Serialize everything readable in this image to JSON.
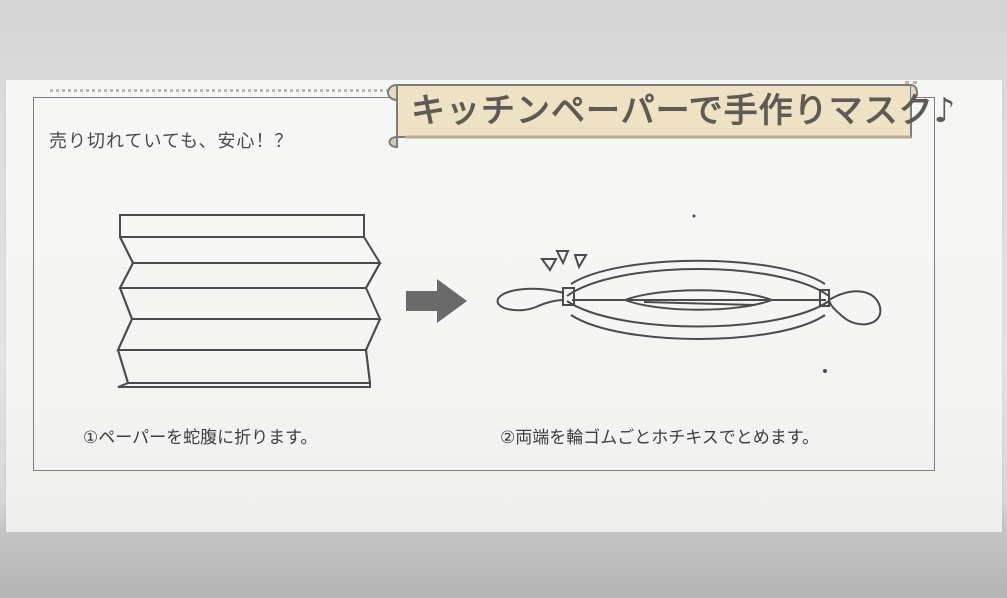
{
  "document": {
    "title": "キッチンペーパーで手作りマスク♪",
    "intro": "売り切れていても、安心！？",
    "captions": [
      "①ペーパーを蛇腹に折ります。",
      "②両端を輪ゴムごとホチキスでとめます。"
    ],
    "colors": {
      "banner_fill": "#f0e3c5",
      "banner_border": "#777777",
      "arrow_fill": "#686868",
      "line_color": "#4b4b4b"
    },
    "icons": {
      "step_arrow": "right-arrow-icon"
    }
  }
}
